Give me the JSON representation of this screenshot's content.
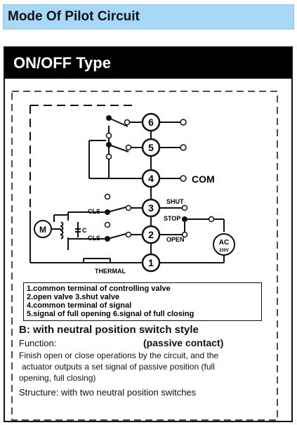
{
  "header": {
    "title": "Mode Of Pilot Circuit"
  },
  "panel": {
    "title": "ON/OFF Type"
  },
  "diagram": {
    "terminals": [
      "6",
      "5",
      "4",
      "3",
      "2",
      "1"
    ],
    "labels": {
      "com": "COM",
      "shut": "SHUT",
      "stop": "STOP",
      "open": "OPEN",
      "cls_top": "CLS",
      "cls_bottom": "CLS",
      "thermal": "THERMAL",
      "motor": "M",
      "capacitor": "C",
      "ac": "AC",
      "ac_voltage": "220V"
    }
  },
  "legend": {
    "line1": "1.common terminal of controlling valve",
    "line2": "2.open valve   3.shut valve",
    "line3": "4.common terminal of signal",
    "line4": "5.signal of full opening   6.signal of full closing"
  },
  "description": {
    "heading": "B: with neutral position switch style",
    "function_label": "Function:",
    "contact": "(passive contact)",
    "body1": "Finish open or close operations by the circuit, and the",
    "body2": "actuator outputs  a set signal of passive position (full",
    "body3": "opening, full closing)",
    "structure": "Structure: with two neutral position switches"
  }
}
